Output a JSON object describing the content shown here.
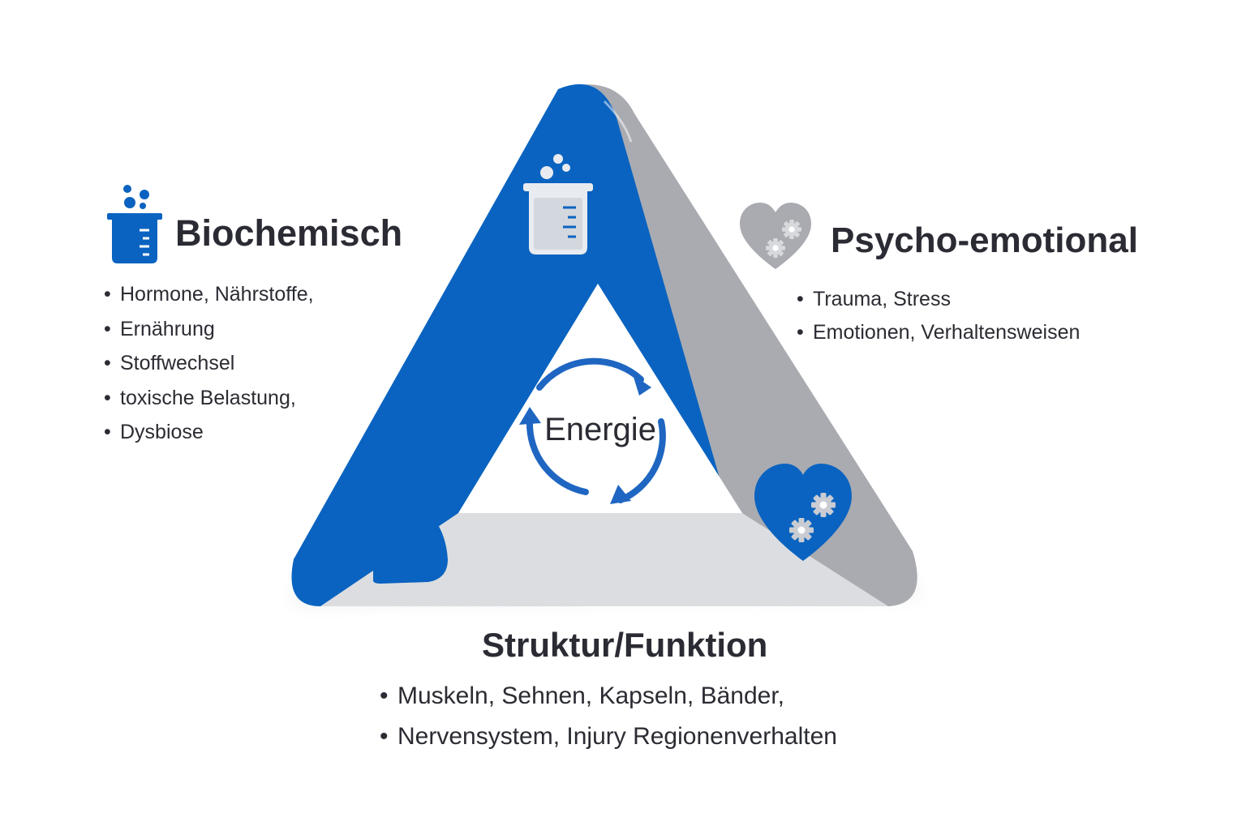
{
  "center": {
    "label": "Energie"
  },
  "biochemisch": {
    "title": "Biochemisch",
    "icon": "beaker-icon",
    "items": [
      "Hormone, Nährstoffe,",
      "Ernährung",
      "Stoffwechsel",
      "toxische Belastung,",
      "Dysbiose"
    ]
  },
  "psycho": {
    "title": "Psycho-emotional",
    "icon": "heart-gears-icon",
    "items": [
      "Trauma, Stress",
      "Emotionen, Verhaltensweisen"
    ]
  },
  "struktur": {
    "title": "Struktur/Funktion",
    "icon": "flexed-arm-icon",
    "items": [
      "Muskeln, Sehnen, Kapseln, Bänder,",
      "Nervensystem, Injury Regionenverhalten"
    ]
  },
  "colors": {
    "blue": "#0a63c0",
    "gray": "#a9abb1",
    "light_gray": "#dcdde0",
    "text": "#2b2c33"
  }
}
